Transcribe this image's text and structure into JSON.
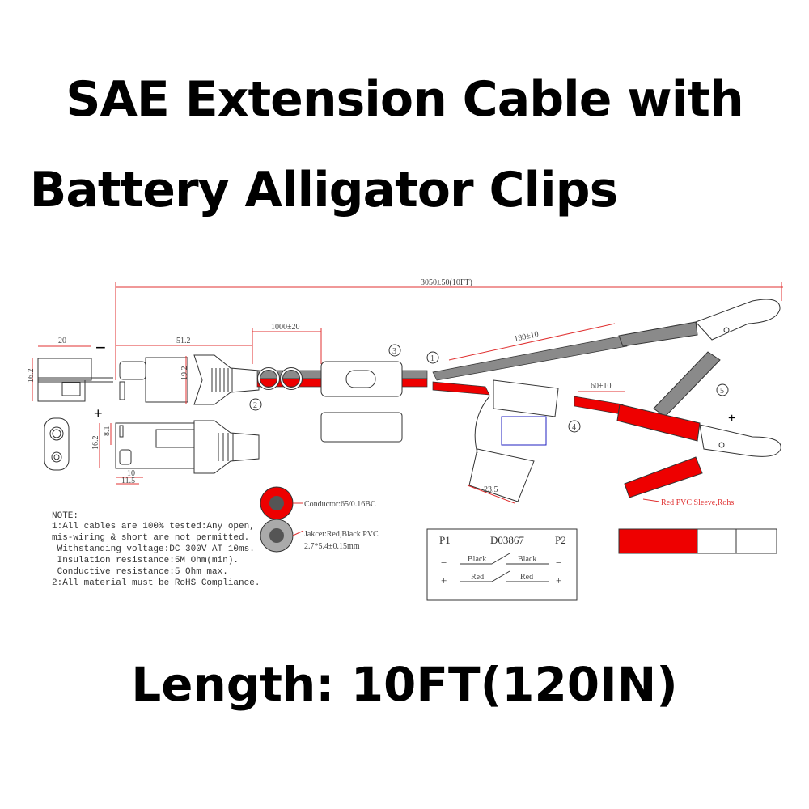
{
  "title": {
    "line1": "SAE Extension Cable with",
    "line2": "Battery Alligator Clips"
  },
  "footer": {
    "length": "Length: 10FT(120IN)"
  },
  "drawing": {
    "dimensions": {
      "overall": "3050±50(10FT)",
      "sae_cable": "1000±20",
      "clip_branch": "180±10",
      "red_branch": "60±10",
      "plug_cap": "20",
      "plug_length": "51.2",
      "plug_height": "16.2",
      "boot_height": "19.2",
      "side_height": "16.2",
      "side_half": "8.1",
      "pin_10": "10",
      "pin_11_5": "11.5",
      "fuse_width": "23.5"
    },
    "polarity": {
      "neg": "−",
      "pos": "+"
    },
    "callouts": [
      "1",
      "2",
      "3",
      "4",
      "5"
    ],
    "cable_section": {
      "conductor": "Conductor:65/0.16BC",
      "jacket": "Jakcet:Red,Black PVC",
      "size": "2.7*5.4±0.15mm"
    },
    "sleeve_label": "Red PVC Sleeve,Rohs",
    "notes": {
      "heading": "NOTE:",
      "lines": [
        "1:All cables are 100% tested:Any open,",
        "mis-wiring & short are not permitted.",
        " Withstanding voltage:DC 300V AT 10ms.",
        " Insulation resistance:5M Ohm(min).",
        " Conductive resistance:5 Ohm max.",
        "2:All material must be RoHS Compliance."
      ]
    },
    "switch_diagram": {
      "p1": "P1",
      "code": "D03867",
      "p2": "P2",
      "neg": "−",
      "pos": "+",
      "black": "Black",
      "red": "Red"
    }
  },
  "colors": {
    "red": "#ee0000",
    "gray": "#8a8a8a",
    "dim_line": "#e03030",
    "fuse_blue": "#2020c0"
  }
}
